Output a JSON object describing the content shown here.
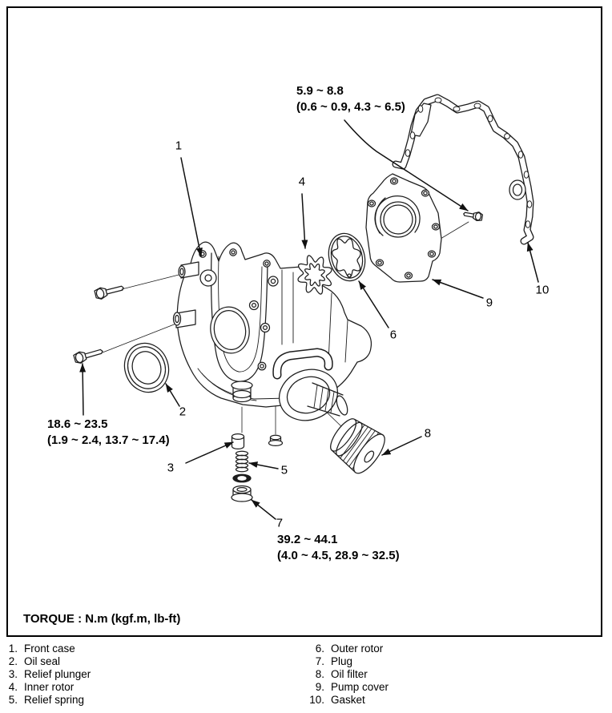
{
  "diagram": {
    "torque_note": "TORQUE : N.m (kgf.m, lb-ft)",
    "torques": [
      {
        "nm": "5.9 ~ 8.8",
        "sub": "(0.6 ~ 0.9, 4.3 ~ 6.5)"
      },
      {
        "nm": "18.6 ~ 23.5",
        "sub": "(1.9 ~ 2.4, 13.7 ~ 17.4)"
      },
      {
        "nm": "39.2 ~ 44.1",
        "sub": "(4.0 ~ 4.5, 28.9 ~ 32.5)"
      }
    ],
    "callouts": [
      "1",
      "2",
      "3",
      "4",
      "5",
      "6",
      "7",
      "8",
      "9",
      "10"
    ],
    "legend": {
      "left": [
        {
          "num": "1.",
          "label": "Front case"
        },
        {
          "num": "2.",
          "label": "Oil seal"
        },
        {
          "num": "3.",
          "label": "Relief plunger"
        },
        {
          "num": "4.",
          "label": "Inner rotor"
        },
        {
          "num": "5.",
          "label": "Relief spring"
        }
      ],
      "right": [
        {
          "num": "6.",
          "label": "Outer rotor"
        },
        {
          "num": "7.",
          "label": "Plug"
        },
        {
          "num": "8.",
          "label": "Oil filter"
        },
        {
          "num": "9.",
          "label": "Pump cover"
        },
        {
          "num": "10.",
          "label": "Gasket"
        }
      ]
    },
    "colors": {
      "line": "#1d1d1d",
      "text": "#000000",
      "background": "#ffffff"
    }
  }
}
